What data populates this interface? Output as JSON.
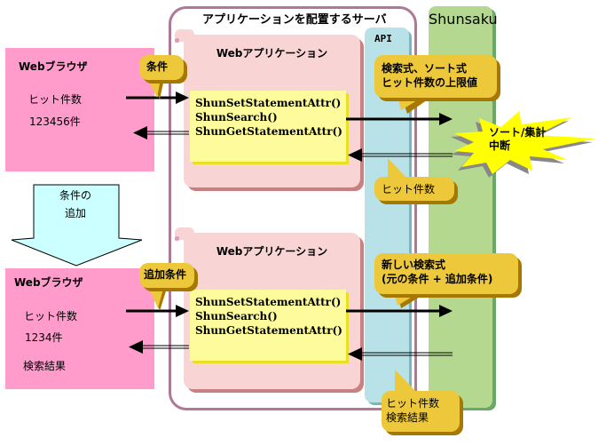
{
  "server": {
    "title": "アプリケーションを配置するサーバ"
  },
  "api": {
    "label": "API"
  },
  "shunsaku": {
    "label": "Shunsaku"
  },
  "top_flow": {
    "browser": {
      "title": "Webブラウザ",
      "hit_count_label": "ヒット件数",
      "hit_count_value": "123456件"
    },
    "condition_bubble": "条件",
    "webapp": {
      "title": "Webアプリケーション",
      "functions": [
        "ShunSetStatementAttr()",
        "ShunSearch()",
        "ShunGetStatementAttr()"
      ]
    },
    "request_bubble": [
      "検索式、ソート式",
      "ヒット件数の上限値"
    ],
    "interrupt_burst": [
      "ソート/集計",
      "中断"
    ],
    "response_bubble": [
      "ヒット件数"
    ]
  },
  "transition": {
    "label": [
      "条件の",
      "追加"
    ]
  },
  "bottom_flow": {
    "browser": {
      "title": "Webブラウザ",
      "hit_count_label": "ヒット件数",
      "hit_count_value": "1234件",
      "results_label": "検索結果"
    },
    "condition_bubble": "追加条件",
    "webapp": {
      "title": "Webアプリケーション",
      "functions": [
        "ShunSetStatementAttr()",
        "ShunSearch()",
        "ShunGetStatementAttr()"
      ]
    },
    "request_bubble": [
      "新しい検索式",
      "(元の条件 + 追加条件)"
    ],
    "response_bubble": [
      "ヒット件数",
      "検索結果"
    ]
  },
  "colors": {
    "browser": "#ff9ccc",
    "webapp": "#f8d4d4",
    "function_box": "#fdfb9c",
    "api": "#b8e2e8",
    "shunsaku": "#b4d890",
    "bubble": "#ecc83a",
    "server_border": "#b07898",
    "burst": "#ffff00"
  }
}
